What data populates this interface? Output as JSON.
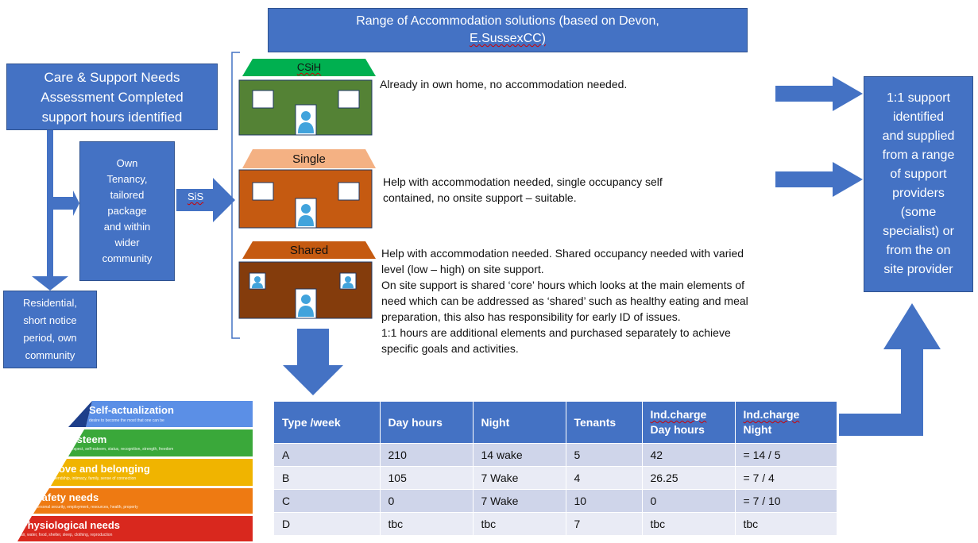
{
  "title": {
    "line1": "Range of Accommodation solutions (based on Devon,",
    "line2": "E.SussexCC)"
  },
  "assessment": {
    "line1": "Care & Support Needs",
    "line2": "Assessment Completed",
    "line3": "support hours identified"
  },
  "own_tenancy": {
    "line1": "Own",
    "line2": "Tenancy,",
    "line3": "tailored",
    "line4": "package",
    "line5": "and within",
    "line6": "wider",
    "line7": "community"
  },
  "sis_label": "SiS",
  "residential": {
    "line1": "Residential,",
    "line2": "short notice",
    "line3": "period, own",
    "line4": "community"
  },
  "houses": {
    "csih": {
      "label": "CSiH",
      "desc": "Already in own home, no accommodation needed."
    },
    "single": {
      "label": "Single",
      "desc1": "Help with accommodation needed, single occupancy self",
      "desc2": "contained, no onsite support – suitable."
    },
    "shared": {
      "label": "Shared",
      "lines": [
        "Help with accommodation needed. Shared occupancy needed with varied",
        "level (low – high) on site support.",
        "On site support is shared ‘core’ hours which looks at the main elements of",
        "need which can be addressed as ‘shared’ such as healthy eating and meal",
        "preparation, this also has responsibility for early ID of issues.",
        "1:1 hours are additional elements and purchased separately to achieve",
        "specific goals and activities."
      ]
    }
  },
  "support_box": {
    "line1": "1:1 support",
    "line2": "identified",
    "line3": "and supplied",
    "line4": "from a range",
    "line5": "of support",
    "line6": "providers",
    "line7": "(some",
    "line8": "specialist) or",
    "line9": "from the on",
    "line10": "site provider"
  },
  "pyramid": [
    {
      "label": "Self-actualization",
      "sub": "desire to become the most that one can be",
      "color": "#5b8fe6"
    },
    {
      "label": "Esteem",
      "sub": "respect, self-esteem, status, recognition, strength, freedom",
      "color": "#3aa83a"
    },
    {
      "label": "Love and belonging",
      "sub": "friendship, intimacy, family, sense of connection",
      "color": "#f0b400"
    },
    {
      "label": "Safety needs",
      "sub": "personal security, employment, resources, health, property",
      "color": "#ee7a12"
    },
    {
      "label": "Physiological needs",
      "sub": "air, water, food, shelter, sleep, clothing, reproduction",
      "color": "#d9281e"
    }
  ],
  "table": {
    "headers": [
      "Type /week",
      "Day hours",
      "Night",
      "Tenants",
      "Ind.charge Day hours",
      "Ind.charge Night"
    ],
    "header_lines": [
      [
        "Type /week"
      ],
      [
        "Day hours"
      ],
      [
        "Night"
      ],
      [
        "Tenants"
      ],
      [
        "Ind.charge",
        "Day hours"
      ],
      [
        "Ind.charge",
        "Night"
      ]
    ],
    "rows": [
      [
        "A",
        "210",
        "14 wake",
        "5",
        "42",
        "= 14 / 5"
      ],
      [
        "B",
        "105",
        "7 Wake",
        "4",
        "26.25",
        "= 7 / 4"
      ],
      [
        "C",
        "0",
        "7 Wake",
        "10",
        "0",
        "= 7 / 10"
      ],
      [
        "D",
        "tbc",
        "tbc",
        "7",
        "tbc",
        "tbc"
      ]
    ]
  },
  "colors": {
    "blue": "#4472c4",
    "csih_house": "#548235",
    "csih_roof": "#00b050",
    "single_house": "#c55a11",
    "single_roof": "#f4b183",
    "shared_house": "#843c0c",
    "shared_roof": "#c55a11"
  }
}
